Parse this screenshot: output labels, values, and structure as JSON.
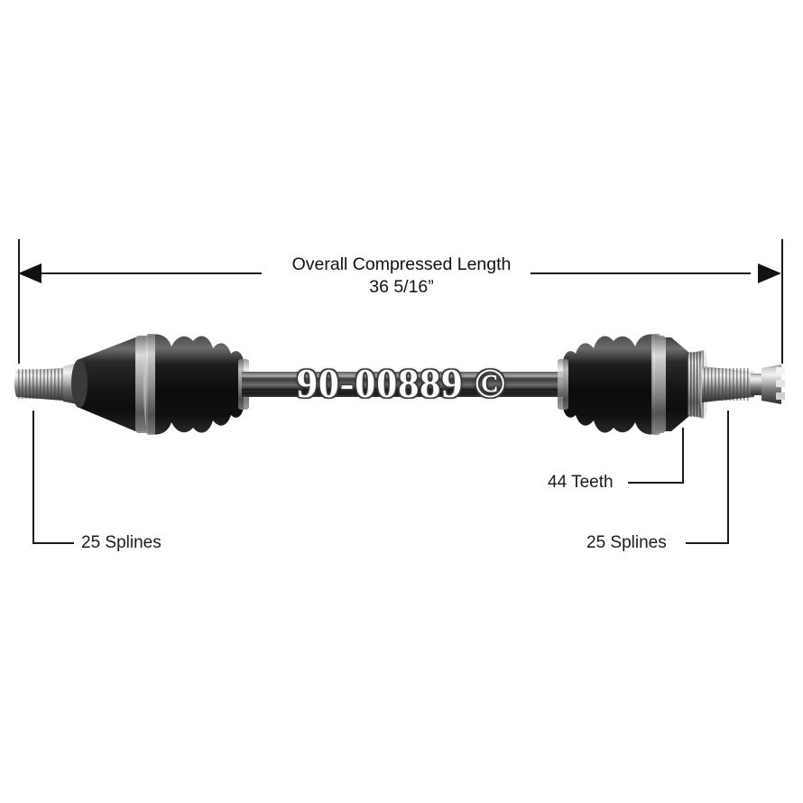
{
  "image": {
    "subject": "cv-axle-shaft-assembly",
    "background_color": "#ffffff",
    "line_color": "#1a1a1a"
  },
  "watermark": {
    "text": "90-00889 ©",
    "part_number": "90-00889",
    "color": "#ffffff",
    "outline_color": "#3a3a3a"
  },
  "dimension": {
    "title": "Overall Compressed Length",
    "value": "36 5/16”",
    "arrow_left_icon": "arrow-left-icon",
    "arrow_right_icon": "arrow-right-icon"
  },
  "callouts": {
    "left_splines": "25 Splines",
    "right_teeth": "44 Teeth",
    "right_splines": "25 Splines"
  },
  "parts": {
    "left_stub_shaft": "left-splined-stub-shaft",
    "left_joint_housing": "left-cv-joint-housing",
    "left_boot": "left-rubber-boot",
    "center_shaft": "center-axle-shaft",
    "right_boot": "right-rubber-boot",
    "right_joint_housing": "right-cv-joint-housing",
    "abs_tone_ring": "abs-tone-ring",
    "right_stub_shaft": "right-splined-stub-shaft",
    "castle_nut": "castellated-nut"
  }
}
